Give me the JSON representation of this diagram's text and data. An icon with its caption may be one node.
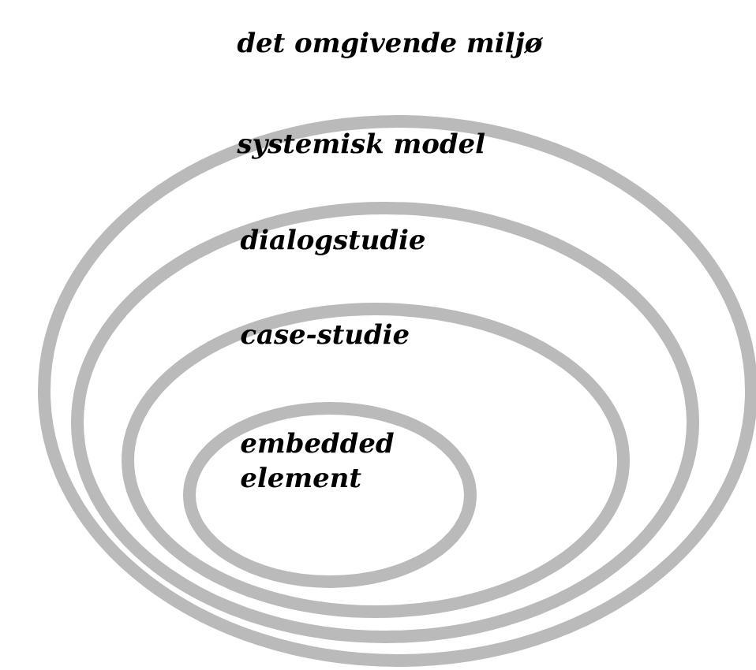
{
  "diagram": {
    "nodes": [
      {
        "text": [
          "systemisk model"
        ]
      },
      {
        "text": [
          "dialogstudie"
        ],
        "in": 0
      },
      {
        "text": [
          "case-studie"
        ],
        "in": 1
      },
      {
        "text": [
          "embedded element"
        ],
        "in": 2
      }
    ],
    "labels": [
      "det omgivende miljø"
    ]
  }
}
